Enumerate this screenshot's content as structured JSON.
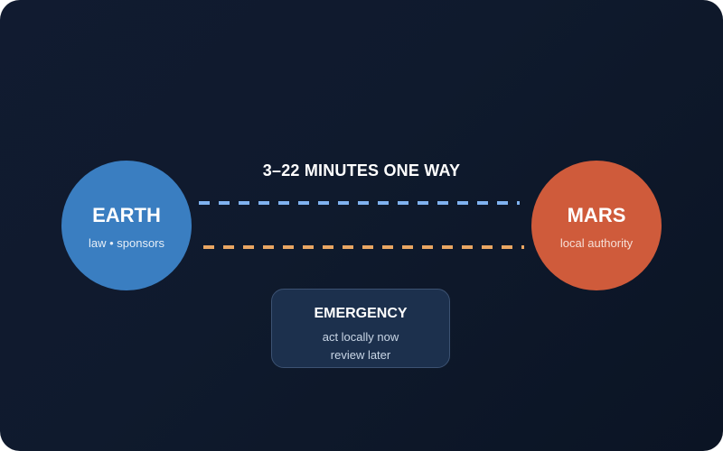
{
  "diagram": {
    "latency_label": "3–22 MINUTES ONE WAY",
    "nodes": {
      "earth": {
        "title": "EARTH",
        "subtitle": "law • sponsors",
        "color": "#3a7ec1"
      },
      "mars": {
        "title": "MARS",
        "subtitle": "local authority",
        "color": "#cf5b3b"
      }
    },
    "links": {
      "earth_to_mars": {
        "color": "#7fb2f0",
        "style": "dashed"
      },
      "mars_to_earth": {
        "color": "#e9a663",
        "style": "dashed"
      }
    },
    "emergency": {
      "title": "EMERGENCY",
      "lines": [
        "act locally now",
        "review later"
      ]
    }
  }
}
